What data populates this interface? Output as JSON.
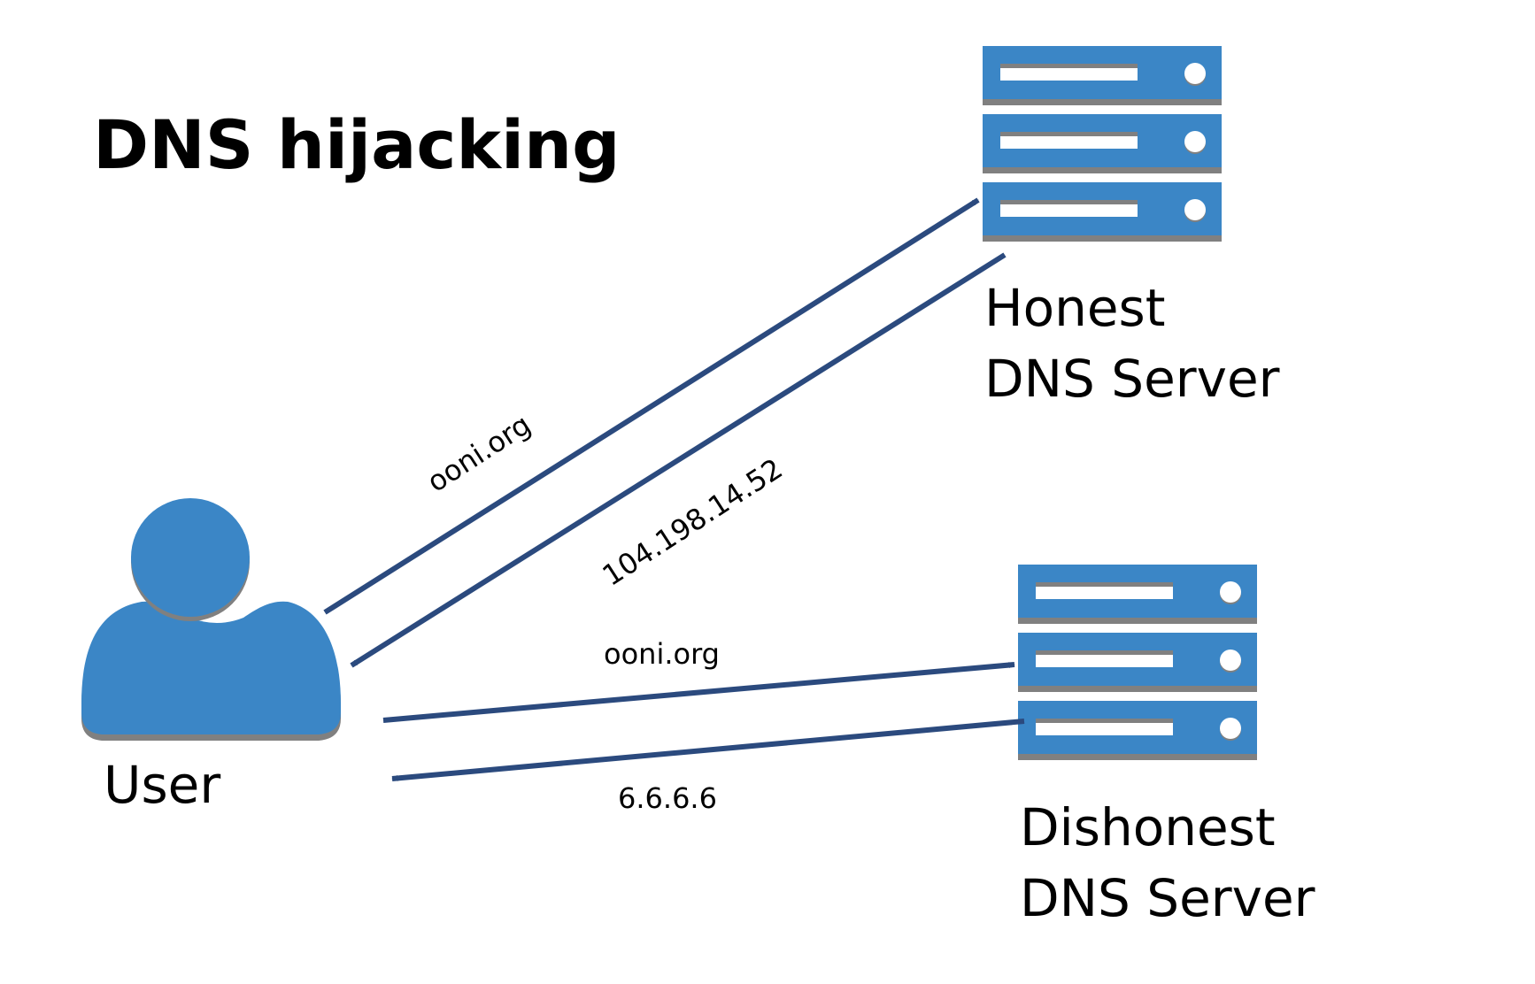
{
  "title": "DNS hijacking",
  "colors": {
    "icon_blue": "#3b86c6",
    "shadow_gray": "#808080",
    "arrow_navy": "#2b4a7e",
    "text": "#000000"
  },
  "user": {
    "label": "User",
    "icon": "user-icon"
  },
  "honest_server": {
    "label_line1": "Honest",
    "label_line2": "DNS Server",
    "icon": "server-stack-icon"
  },
  "dishonest_server": {
    "label_line1": "Dishonest",
    "label_line2": "DNS Server",
    "icon": "server-stack-icon"
  },
  "arrows": [
    {
      "from": "User",
      "to": "Honest DNS Server",
      "label": "ooni.org"
    },
    {
      "from": "Honest DNS Server",
      "to": "User",
      "label": "104.198.14.52"
    },
    {
      "from": "User",
      "to": "Dishonest DNS Server",
      "label": "ooni.org"
    },
    {
      "from": "Dishonest DNS Server",
      "to": "User",
      "label": "6.6.6.6"
    }
  ]
}
